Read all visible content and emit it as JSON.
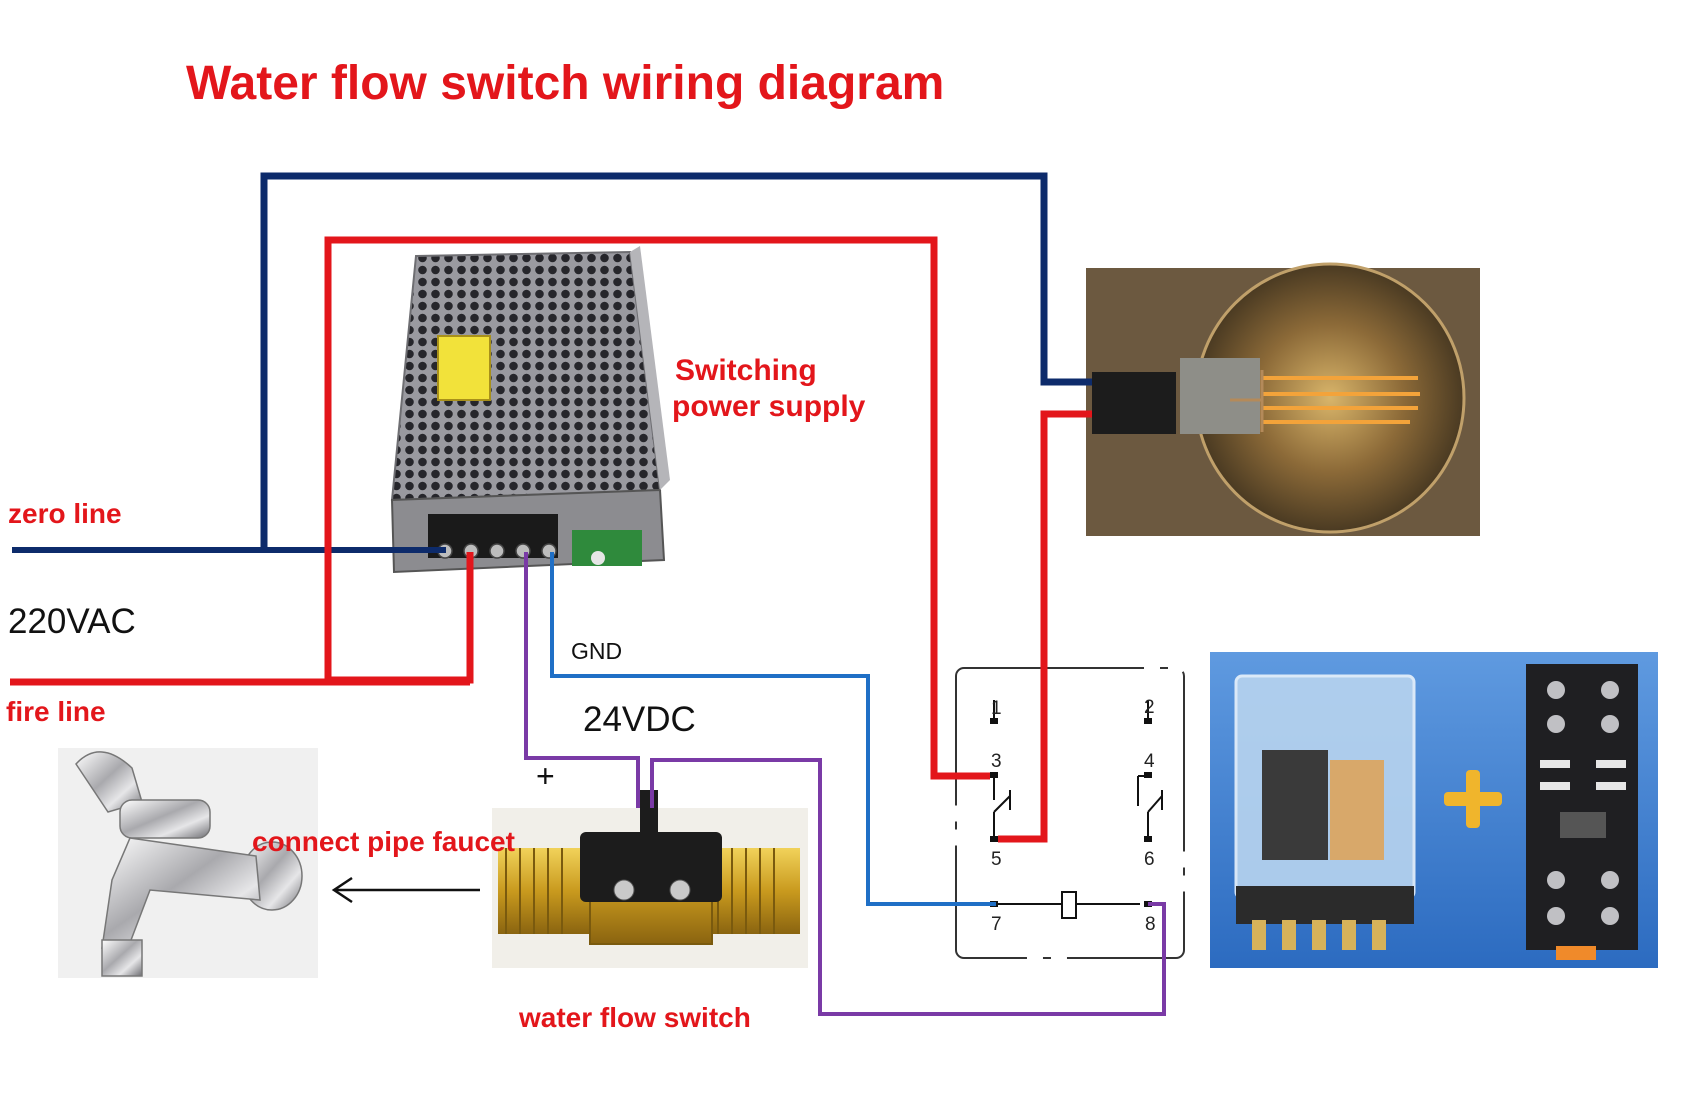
{
  "title": "Water flow switch wiring diagram",
  "labels": {
    "zero_line": "zero line",
    "voltage_ac": "220VAC",
    "fire_line": "fire line",
    "switching_power_supply_line1": "Switching",
    "switching_power_supply_line2": "power supply",
    "gnd": "GND",
    "voltage_dc": "24VDC",
    "plus": "+",
    "connect_pipe_faucet": "connect pipe faucet",
    "water_flow_switch": "water flow switch"
  },
  "relay_pins": [
    "1",
    "2",
    "3",
    "4",
    "5",
    "6",
    "7",
    "8"
  ],
  "colors": {
    "title_red": "#e3161b",
    "neutral_wire": "#0d2b6b",
    "live_wire": "#e3161b",
    "gnd_wire": "#1f6fc6",
    "signal_wire": "#7a3aa6",
    "relay_panel_bg": "#3a7fd0"
  }
}
